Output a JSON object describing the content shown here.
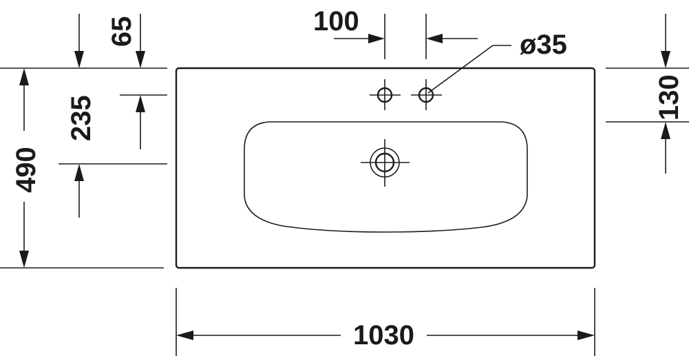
{
  "drawing": {
    "type": "washbasin top-view dimension drawing",
    "colors": {
      "line": "#1a1a1a",
      "background": "#ffffff"
    },
    "dimensions": {
      "overall_width": "1030",
      "overall_depth": "490",
      "tap_hole_spacing": "100",
      "tap_hole_diameter": "ø35",
      "edge_to_taphole_left": "65",
      "bowl_back_to_drain": "235",
      "back_edge_to_bowl": "130"
    }
  }
}
